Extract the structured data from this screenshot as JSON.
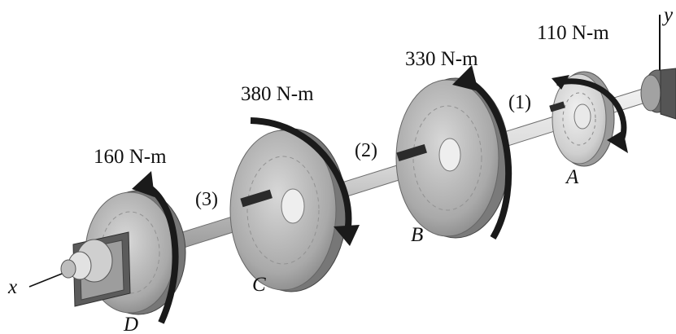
{
  "torques": {
    "A": "110 N-m",
    "B": "330 N-m",
    "C": "380 N-m",
    "D": "160 N-m"
  },
  "segments": {
    "s1": "(1)",
    "s2": "(2)",
    "s3": "(3)"
  },
  "points": {
    "A": "A",
    "B": "B",
    "C": "C",
    "D": "D"
  },
  "axes": {
    "x": "x",
    "y": "y"
  },
  "colors": {
    "arrow": "#1a1a1a",
    "gear_face": "#bdbdbd",
    "gear_rim": "#8c8c8c",
    "shaft": "#c9c9c9",
    "gear_A_face": "#dcdcdc"
  }
}
